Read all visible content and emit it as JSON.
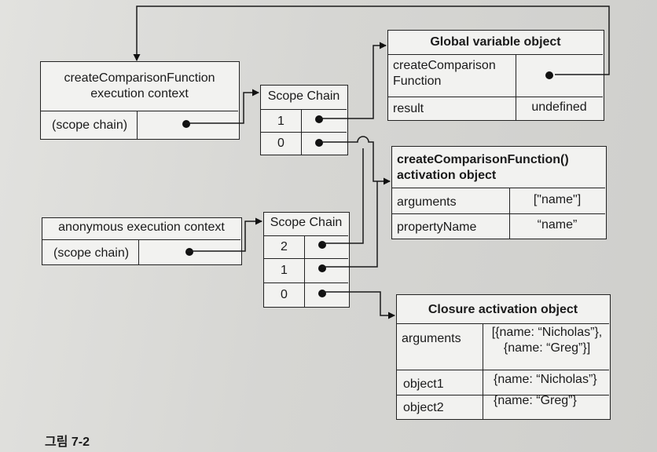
{
  "cmp_ctx": {
    "title": "createComparisonFunction\nexecution context",
    "row_label": "(scope chain)"
  },
  "scope1": {
    "title": "Scope Chain",
    "rows": [
      "1",
      "0"
    ]
  },
  "global": {
    "title": "Global variable object",
    "rows": [
      {
        "key": "createComparison\nFunction",
        "value": ""
      },
      {
        "key": "result",
        "value": "undefined"
      }
    ]
  },
  "cmp_act": {
    "title": "createComparisonFunction()\nactivation object",
    "rows": [
      {
        "key": "arguments",
        "value": "[\"name\"]"
      },
      {
        "key": "propertyName",
        "value": "“name”"
      }
    ]
  },
  "anon_ctx": {
    "title": "anonymous execution context",
    "row_label": "(scope chain)"
  },
  "scope2": {
    "title": "Scope Chain",
    "rows": [
      "2",
      "1",
      "0"
    ]
  },
  "closure": {
    "title": "Closure activation object",
    "rows": [
      {
        "key": "arguments",
        "value": "[{name: “Nicholas”},\n{name: “Greg”}]"
      },
      {
        "key": "object1",
        "value": "{name: “Nicholas”}"
      },
      {
        "key": "object2",
        "value": "{name: “Greg”}"
      }
    ]
  },
  "caption": "그림 7-2"
}
